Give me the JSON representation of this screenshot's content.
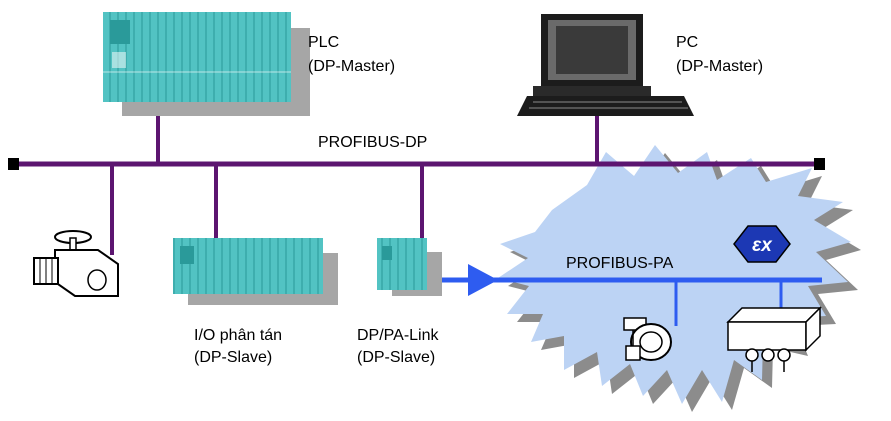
{
  "labels": {
    "plc_name": "PLC",
    "plc_role": "(DP-Master)",
    "pc_name": "PC",
    "pc_role": "(DP-Master)",
    "bus_dp": "PROFIBUS-DP",
    "bus_pa": "PROFIBUS-PA",
    "io_name": "I/O phân tán",
    "io_role": "(DP-Slave)",
    "link_name": "DP/PA-Link",
    "link_role": "(DP-Slave)",
    "ex_symbol": "εx"
  },
  "colors": {
    "dp_bus": "#5c1570",
    "pa_bus": "#2e5cf0",
    "pa_zone": "#bcd3f4",
    "pa_zone_shadow": "#8c8c8c",
    "plc_module": "#52c3c3",
    "module_shadow": "#a6a6a6",
    "ex_badge": "#1c38b4"
  },
  "icons": {
    "plc": "plc-rack-icon",
    "pc": "desktop-computer-icon",
    "valve": "valve-actuator-icon",
    "io": "io-module-rack-icon",
    "link": "dp-pa-link-icon",
    "ex": "explosion-protection-icon",
    "pressure": "pressure-transmitter-icon",
    "field_box": "field-device-box-icon"
  }
}
